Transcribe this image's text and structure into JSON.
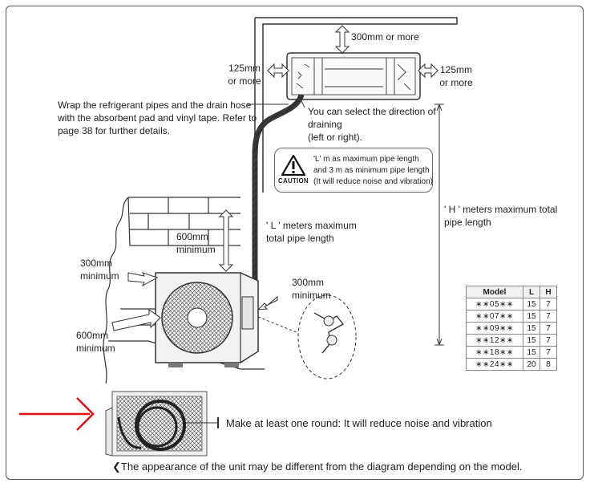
{
  "labels": {
    "top_clearance": "300mm or more",
    "left_clearance_1": "125mm",
    "left_clearance_2": "or more",
    "right_clearance_1": "125mm",
    "right_clearance_2": "or more",
    "wrap_note_1": "Wrap the refrigerant pipes and the drain hose",
    "wrap_note_2": "with the absorbent pad and vinyl tape. Refer to",
    "wrap_note_3": "page 38 for further details.",
    "drain_note_1": "You can select the direction of",
    "drain_note_2": "draining",
    "drain_note_3": "(left or right).",
    "l_length_1": "' L ' meters maximum",
    "l_length_2": "total pipe length",
    "h_length_1": "' H ' meters maximum total",
    "h_length_2": "pipe length",
    "outdoor_top_1": "600mm",
    "outdoor_top_2": "minimum",
    "outdoor_left_1": "300mm",
    "outdoor_left_2": "minimum",
    "outdoor_right_1": "300mm",
    "outdoor_right_2": "minimum",
    "outdoor_front_1": "600mm",
    "outdoor_front_2": "minimum",
    "round_note": "Make at least one round: It will reduce noise and vibration",
    "footer_note": "❮The appearance of the unit may be different from the diagram depending on the model."
  },
  "caution": {
    "label": "CAUTION",
    "line_1": "'L' m as maximum pipe length",
    "line_2": "and 3 m as minimum pipe length",
    "line_3": "(It will reduce noise and vibration)"
  },
  "spec_table": {
    "headers": [
      "Model",
      "L",
      "H"
    ],
    "rows": [
      [
        "∗∗05∗∗",
        "15",
        "7"
      ],
      [
        "∗∗07∗∗",
        "15",
        "7"
      ],
      [
        "∗∗09∗∗",
        "15",
        "7"
      ],
      [
        "∗∗12∗∗",
        "15",
        "7"
      ],
      [
        "∗∗18∗∗",
        "15",
        "7"
      ],
      [
        "∗∗24∗∗",
        "20",
        "8"
      ]
    ]
  },
  "colors": {
    "annotation_arrow": "#e01010",
    "line": "#333333",
    "arrow_fill": "#ffffff"
  }
}
